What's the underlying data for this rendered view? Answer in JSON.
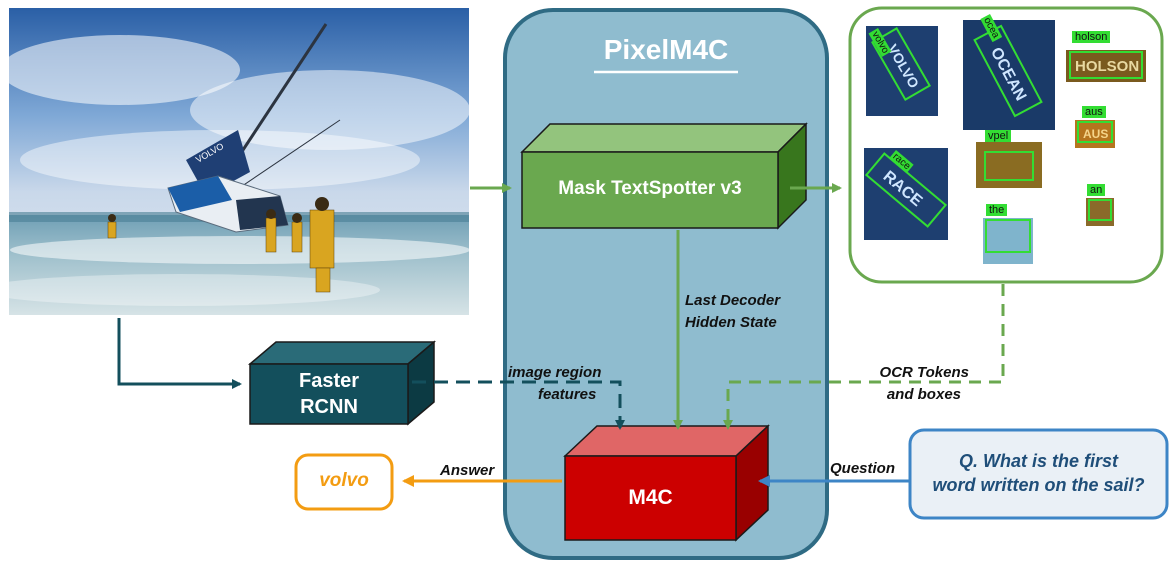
{
  "colors": {
    "pixel_panel": "#8fbccf",
    "pixel_border": "#2f6b84",
    "green_box": "#6aa84f",
    "green_arrow": "#6aa84f",
    "teal_box": "#134f5c",
    "red_box": "#cc0000",
    "orange": "#f39c12",
    "blue_arrow": "#3d85c6",
    "question_bg": "#eaf0f6",
    "question_border": "#3d85c6",
    "question_text": "#1f4e79",
    "ocr_tag": "#33dd33"
  },
  "panel": {
    "title": "PixelM4C"
  },
  "boxes": {
    "textspotter": "Mask TextSpotter v3",
    "faster_rcnn_line1": "Faster",
    "faster_rcnn_line2": "RCNN",
    "m4c": "M4C"
  },
  "labels": {
    "last_decoder_1": "Last Decoder",
    "last_decoder_2": "Hidden State",
    "image_region_1": "image region",
    "image_region_2": "features",
    "ocr_tokens_1": "OCR Tokens",
    "ocr_tokens_2": "and boxes",
    "answer": "Answer",
    "question": "Question"
  },
  "answer": "volvo",
  "question_text": {
    "line1": "Q. What is the first",
    "line2": "word written on the sail?"
  },
  "ocr_tokens": [
    "volvo",
    "ocea",
    "holson",
    "aus",
    "race",
    "vpel",
    "the",
    "an"
  ],
  "ocr_crop_text": {
    "volvo": "VOLVO",
    "ocea": "OCEAN",
    "holson": "HOLSON",
    "aus": "AUS",
    "race": "RACE"
  }
}
